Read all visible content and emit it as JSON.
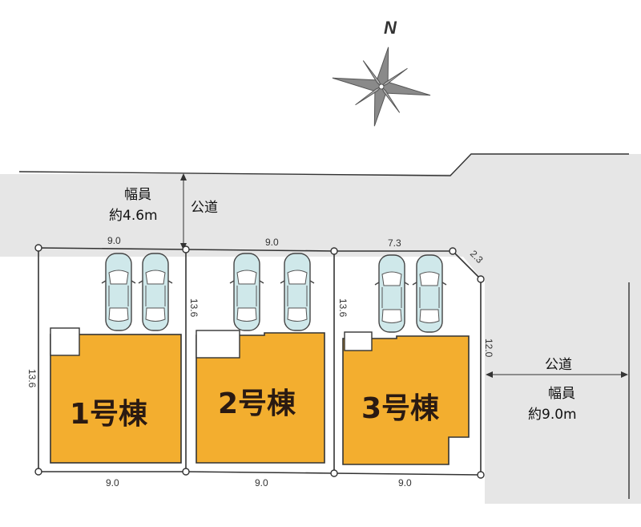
{
  "compass": {
    "label": "N"
  },
  "roads": {
    "north": {
      "name": "公道",
      "width_label": "幅員",
      "width_value": "約4.6m"
    },
    "east": {
      "name": "公道",
      "width_label": "幅員",
      "width_value": "約9.0m"
    }
  },
  "lots": [
    {
      "house": "1号棟",
      "top": "9.0",
      "bottom": "9.0",
      "side": "13.6"
    },
    {
      "house": "2号棟",
      "top": "9.0",
      "bottom": "9.0",
      "side": "13.6"
    },
    {
      "house": "3号棟",
      "top": "7.3",
      "bottom": "9.0",
      "side": "13.6",
      "corner": "2.3",
      "east": "12.0"
    }
  ],
  "colors": {
    "road": "#e6e6e6",
    "house": "#f3ae2f",
    "car": "#cfe8ea",
    "outline": "#333333"
  }
}
